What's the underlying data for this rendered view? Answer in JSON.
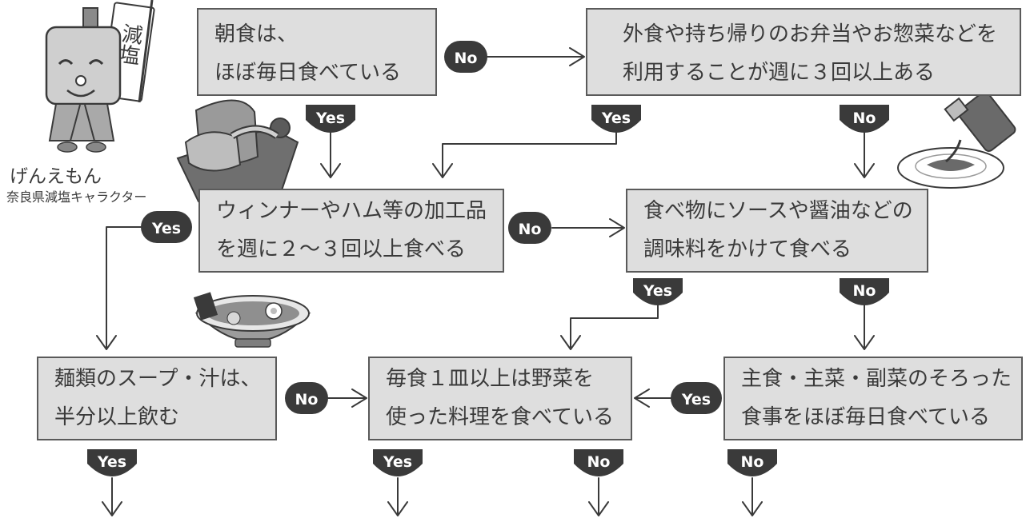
{
  "boxes": {
    "breakfast": {
      "line1": "朝食は、",
      "line2": "ほぼ毎日食べている"
    },
    "eating_out": {
      "line1": "外食や持ち帰りのお弁当やお惣菜などを",
      "line2": "利用することが週に３回以上ある"
    },
    "processed": {
      "line1": "ウィンナーやハム等の加工品",
      "line2": "を週に２～３回以上食べる"
    },
    "sauce": {
      "line1": "食べ物にソースや醤油などの",
      "line2": "調味料をかけて食べる"
    },
    "noodle": {
      "line1": "麺類のスープ・汁は、",
      "line2": "半分以上飲む"
    },
    "vegetables": {
      "line1": "毎食１皿以上は野菜を",
      "line2": "使った料理を食べている"
    },
    "balanced": {
      "line1": "主食・主菜・副菜のそろった",
      "line2": "食事をほぼ毎日食べている"
    }
  },
  "badges": {
    "yes": "Yes",
    "no": "No"
  },
  "character": {
    "name": "げんえもん",
    "caption": "奈良県減塩キャラクター",
    "banner": "減塩"
  },
  "colors": {
    "box_fill": "#dedede",
    "box_border": "#5a5a5a",
    "badge": "#3a3a3a",
    "line": "#3a3a3a",
    "text": "#3a3a3a"
  }
}
